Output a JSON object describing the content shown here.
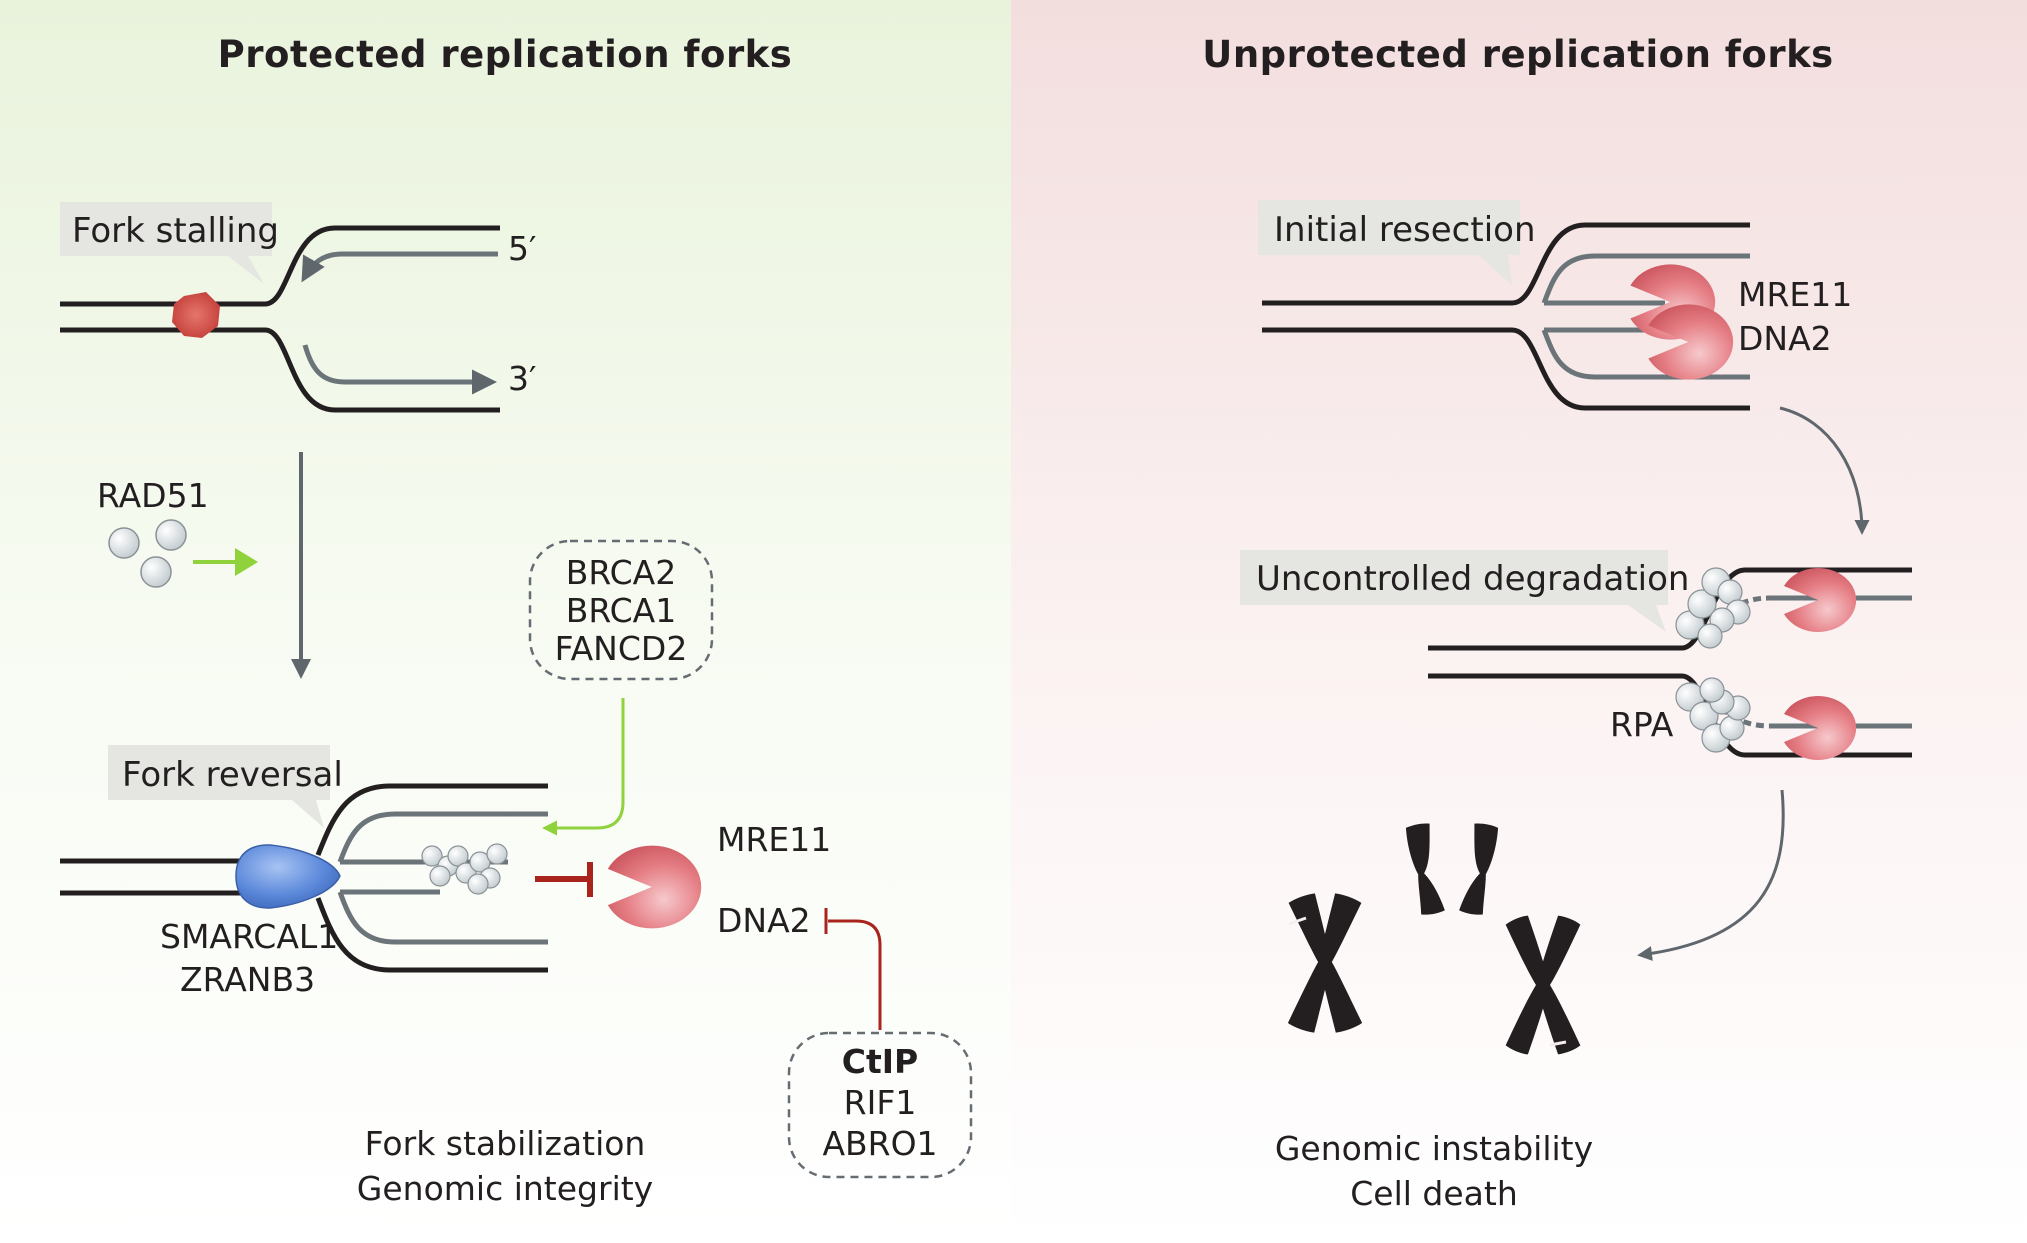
{
  "left_panel": {
    "title": "Protected replication forks",
    "stall_tag": "Fork stalling",
    "five_prime": "5′",
    "three_prime": "3′",
    "rad51": "RAD51",
    "reversal_tag": "Fork reversal",
    "smarcal1": "SMARCAL1",
    "zranb3": "ZRANB3",
    "brca_box": [
      "BRCA2",
      "BRCA1",
      "FANCD2"
    ],
    "mre11": "MRE11",
    "dna2": "DNA2",
    "ctip_box": [
      "CtIP",
      "RIF1",
      "ABRO1"
    ],
    "outcome": [
      "Fork stabilization",
      "Genomic integrity"
    ]
  },
  "right_panel": {
    "title": "Unprotected replication forks",
    "resection_tag": "Initial resection",
    "mre11": "MRE11",
    "dna2": "DNA2",
    "degradation_tag": "Uncontrolled degradation",
    "rpa": "RPA",
    "outcome": [
      "Genomic instability",
      "Cell death"
    ]
  },
  "colors": {
    "left_bg": "#e9f3dc",
    "right_bg": "#f3dede",
    "nuclease": "#e06c74",
    "helicase": "#4f7fd6",
    "rad51": "#d3dadd",
    "activation": "#8fd23c",
    "inhibition": "#a8241c",
    "arrow": "#5f676d"
  }
}
